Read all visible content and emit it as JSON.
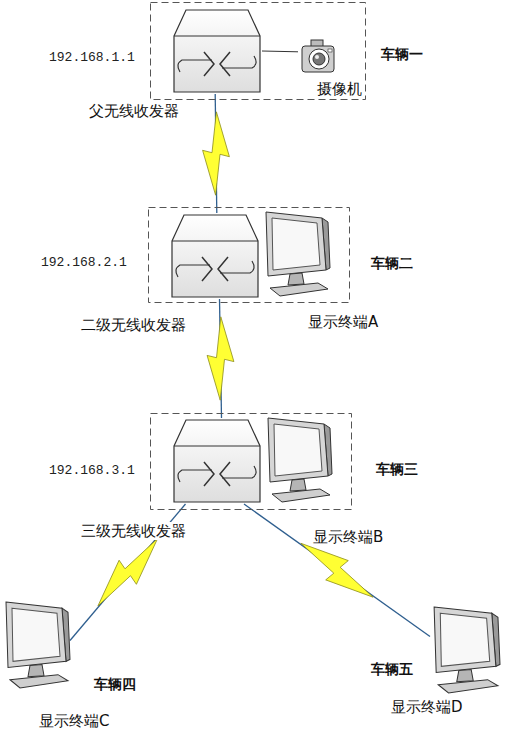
{
  "diagram": {
    "nodes": [
      {
        "text": [
          "车辆一"
        ]
      },
      {
        "text": [
          "父无线收发器"
        ],
        "in": 0
      },
      {
        "text": [
          "摄像机"
        ],
        "in": 0
      },
      {
        "text": [
          "车辆二"
        ]
      },
      {
        "text": [
          "二级无线收发器"
        ],
        "in": 3
      },
      {
        "text": [
          "显示终端A"
        ],
        "in": 3
      },
      {
        "text": [
          "车辆三"
        ]
      },
      {
        "text": [
          "三级无线收发器"
        ],
        "in": 6
      },
      {
        "text": [
          "显示终端B"
        ],
        "in": 6
      },
      {
        "text": [
          "车辆四",
          "显示终端C"
        ]
      },
      {
        "text": [
          "车辆五",
          "显示终端D"
        ]
      }
    ],
    "edges": [
      {
        "from": 1,
        "to": 2,
        "arrow": "none"
      },
      {
        "from": 1,
        "to": 4,
        "arrow": "none"
      },
      {
        "from": 4,
        "to": 7,
        "arrow": "none"
      },
      {
        "from": 7,
        "to": 9,
        "arrow": "none"
      },
      {
        "from": 7,
        "to": 10,
        "arrow": "none"
      }
    ],
    "labels": [
      "192.168.1.1",
      "192.168.2.1",
      "192.168.3.1"
    ]
  }
}
